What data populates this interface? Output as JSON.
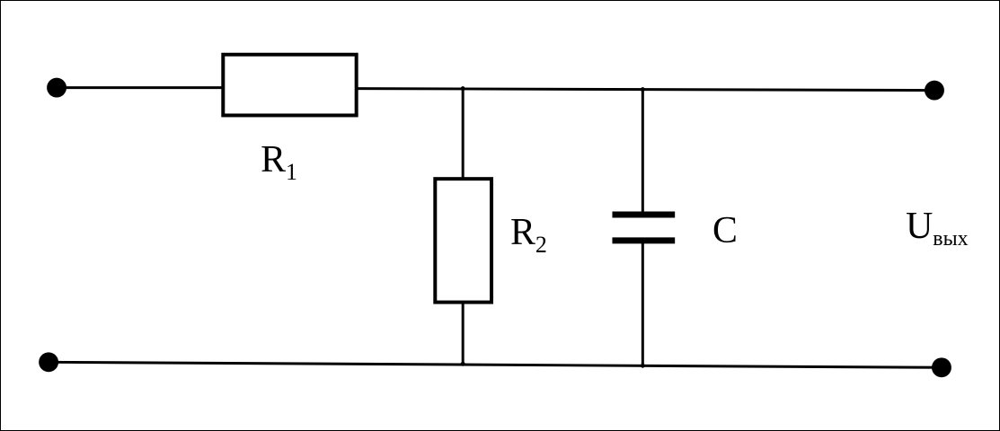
{
  "components": {
    "r1": {
      "symbol": "R",
      "subscript": "1"
    },
    "r2": {
      "symbol": "R",
      "subscript": "2"
    },
    "c": {
      "symbol": "C"
    }
  },
  "output": {
    "symbol": "U",
    "subscript": "вых"
  }
}
